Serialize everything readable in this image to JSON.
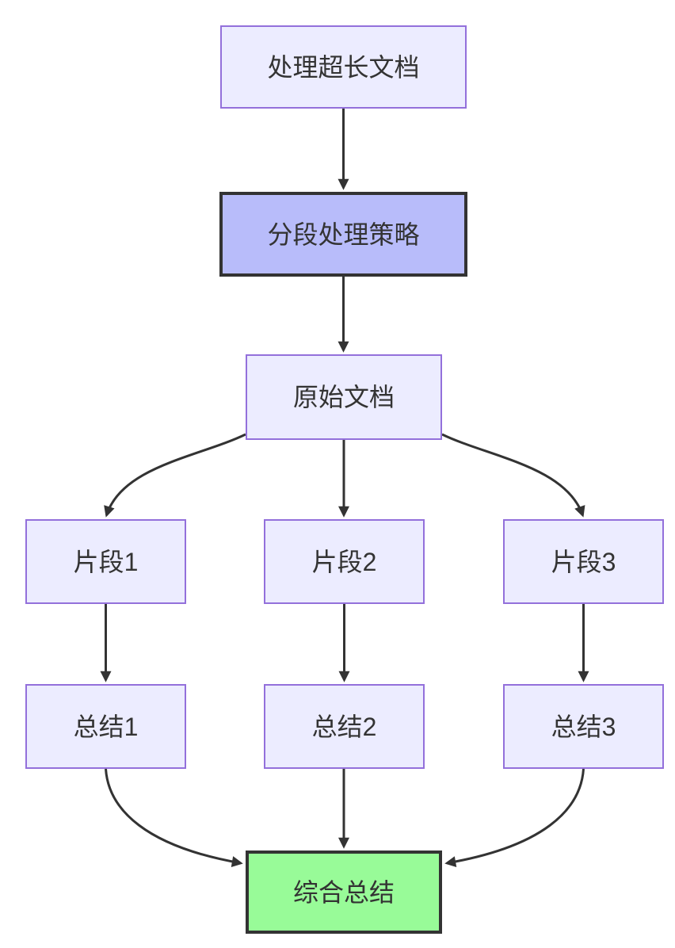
{
  "diagram": {
    "type": "flowchart",
    "direction": "top-down",
    "background": "#ffffff",
    "colors": {
      "node_fill": "#ECECFF",
      "node_border": "#9370DB",
      "highlight_fill": "#B8BCFA",
      "highlight_border": "#333333",
      "result_fill": "#98FB98",
      "result_border": "#333333",
      "edge_color": "#333333",
      "text_color": "#333333"
    },
    "nodes": [
      {
        "id": "start",
        "label": "处理超长文档",
        "kind": "default"
      },
      {
        "id": "strategy",
        "label": "分段处理策略",
        "kind": "highlight"
      },
      {
        "id": "doc",
        "label": "原始文档",
        "kind": "default"
      },
      {
        "id": "seg1",
        "label": "片段1",
        "kind": "default"
      },
      {
        "id": "seg2",
        "label": "片段2",
        "kind": "default"
      },
      {
        "id": "seg3",
        "label": "片段3",
        "kind": "default"
      },
      {
        "id": "sum1",
        "label": "总结1",
        "kind": "default"
      },
      {
        "id": "sum2",
        "label": "总结2",
        "kind": "default"
      },
      {
        "id": "sum3",
        "label": "总结3",
        "kind": "default"
      },
      {
        "id": "final",
        "label": "综合总结",
        "kind": "result"
      }
    ],
    "edges": [
      {
        "from": "处理超长文档",
        "to": "分段处理策略"
      },
      {
        "from": "分段处理策略",
        "to": "原始文档"
      },
      {
        "from": "原始文档",
        "to": "片段1"
      },
      {
        "from": "原始文档",
        "to": "片段2"
      },
      {
        "from": "原始文档",
        "to": "片段3"
      },
      {
        "from": "片段1",
        "to": "总结1"
      },
      {
        "from": "片段2",
        "to": "总结2"
      },
      {
        "from": "片段3",
        "to": "总结3"
      },
      {
        "from": "总结1",
        "to": "综合总结"
      },
      {
        "from": "总结2",
        "to": "综合总结"
      },
      {
        "from": "总结3",
        "to": "综合总结"
      }
    ]
  }
}
